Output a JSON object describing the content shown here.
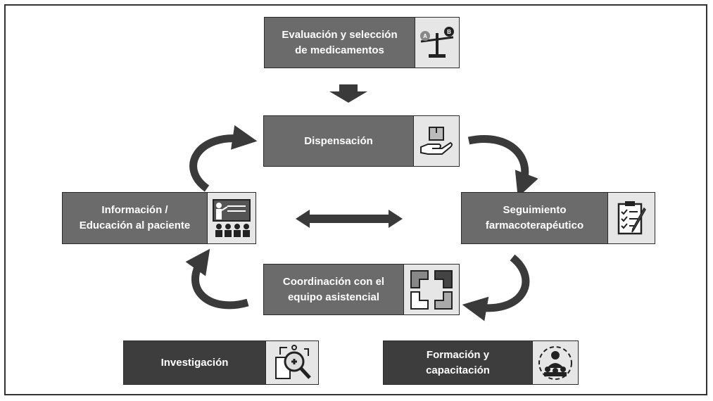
{
  "nodes": {
    "evaluacion": {
      "line1": "Evaluación y selección",
      "line2": "de medicamentos",
      "icon": "balance-scale-icon",
      "icon_marks": [
        "A",
        "B"
      ]
    },
    "dispensacion": {
      "line1": "Dispensación",
      "icon": "hand-box-icon"
    },
    "informacion": {
      "line1": "Información /",
      "line2": "Educación al paciente",
      "icon": "presentation-audience-icon"
    },
    "seguimiento": {
      "line1": "Seguimiento",
      "line2": "farmacoterapéutico",
      "icon": "clipboard-checklist-icon"
    },
    "coordinacion": {
      "line1": "Coordinación con el",
      "line2": "equipo asistencial",
      "icon": "linked-hands-icon"
    },
    "investigacion": {
      "line1": "Investigación",
      "icon": "research-magnifier-icon"
    },
    "formacion": {
      "line1": "Formación y",
      "line2": "capacitación",
      "icon": "training-group-icon"
    }
  },
  "colors": {
    "box_mid": "#6b6b6b",
    "box_dark": "#3d3d3d",
    "icon_bg": "#e6e6e6",
    "arrow": "#3a3a3a",
    "frame": "#333333"
  }
}
